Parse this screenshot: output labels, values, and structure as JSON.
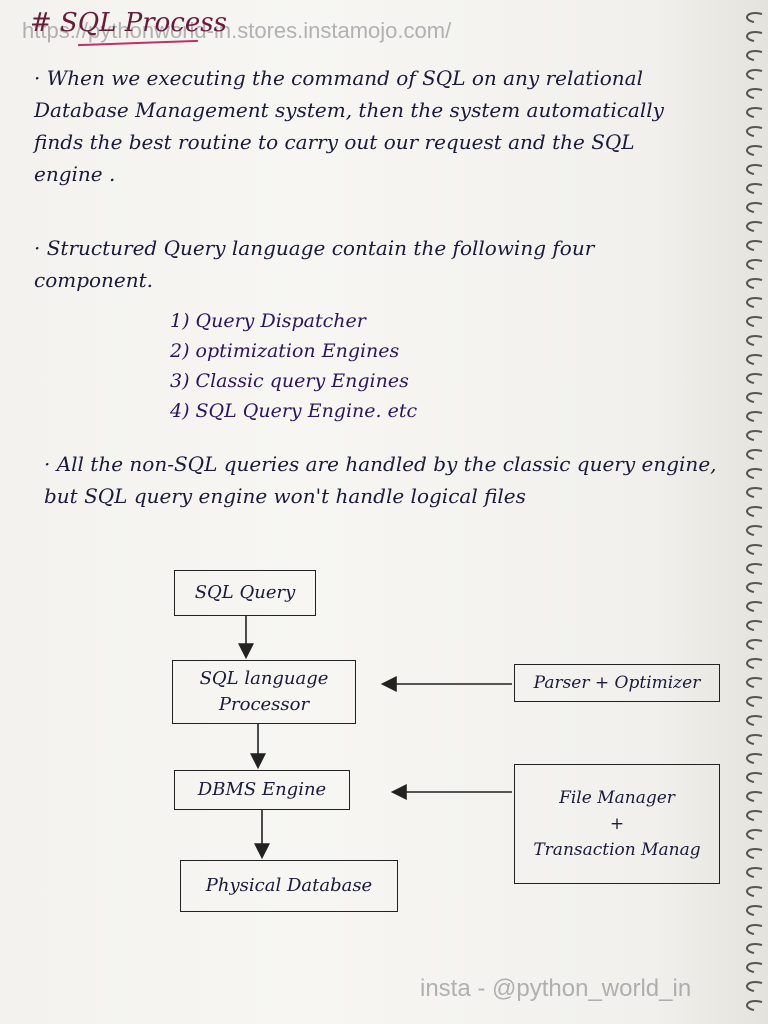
{
  "watermark_top": "https://pythonworld-in.stores.instamojo.com/",
  "watermark_bottom": "insta - @python_world_in",
  "title": "# SQL Process",
  "paragraph1": "· When we executing the command of SQL on any relational Database Management system, then the system automatically finds the best routine to carry out our request and the SQL engine .",
  "paragraph2": "· Structured Query language contain the following four component.",
  "components": [
    "1) Query Dispatcher",
    "2) optimization Engines",
    "3) Classic query Engines",
    "4) SQL Query Engine. etc"
  ],
  "paragraph3": "· All the non-SQL queries are handled by the classic query engine, but SQL query engine won't handle logical files",
  "diagram": {
    "sql_query": "SQL Query",
    "language_processor_line1": "SQL language",
    "language_processor_line2": "Processor",
    "dbms_engine": "DBMS Engine",
    "physical_database": "Physical Database",
    "parser_optimizer": "Parser + Optimizer",
    "file_manager": "File Manager",
    "plus": "+",
    "transaction_manager": "Transaction Manag"
  }
}
